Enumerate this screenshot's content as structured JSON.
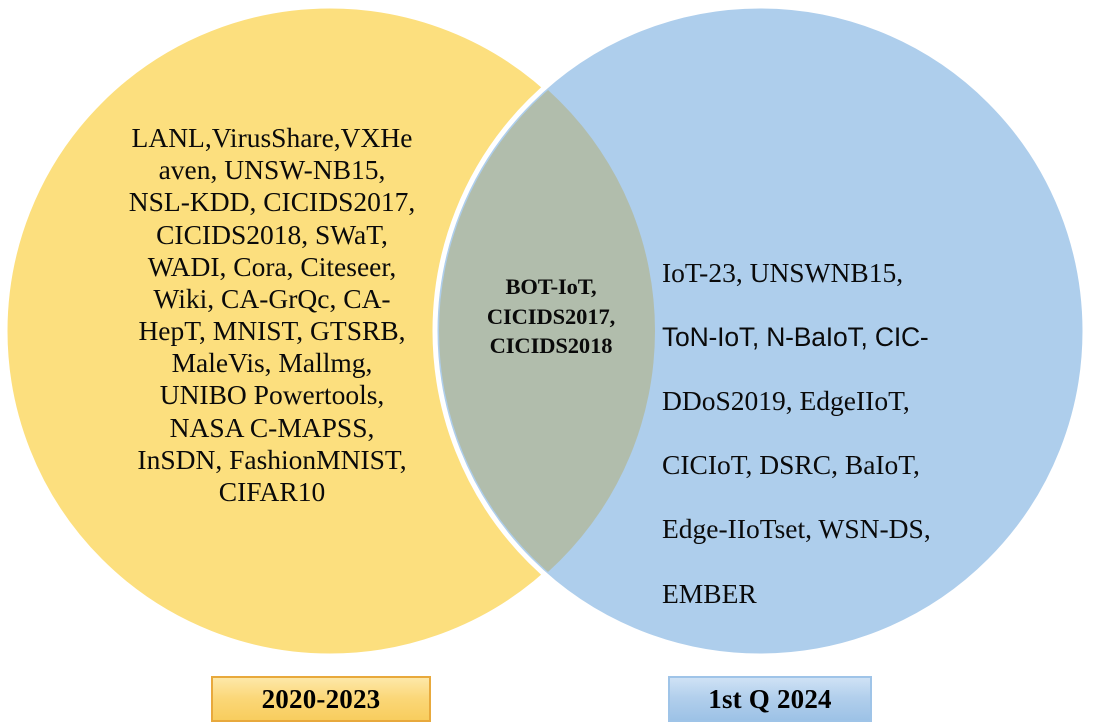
{
  "diagram": {
    "type": "venn",
    "title_visible": false,
    "sets": [
      {
        "id": "left",
        "legend_label": "2020-2023",
        "fill_color": "#fcdf7e",
        "items_text": "LANL,VirusShare,VXHe\naven, UNSW-NB15,\nNSL-KDD, CICIDS2017,\nCICIDS2018, SWaT,\nWADI, Cora, Citeseer,\nWiki, CA-GrQc, CA-\nHepT, MNIST, GTSRB,\nMaleVis, Mallmg,\nUNIBO Powertools,\nNASA C-MAPSS,\nInSDN, FashionMNIST,\nCIFAR10",
        "items": [
          "LANL",
          "VirusShare",
          "VXHeaven",
          "UNSW-NB15",
          "NSL-KDD",
          "CICIDS2017",
          "CICIDS2018",
          "SWaT",
          "WADI",
          "Cora",
          "Citeseer",
          "Wiki",
          "CA-GrQc",
          "CA-HepT",
          "MNIST",
          "GTSRB",
          "MaleVis",
          "Mallmg",
          "UNIBO Powertools",
          "NASA C-MAPSS",
          "InSDN",
          "FashionMNIST",
          "CIFAR10"
        ]
      },
      {
        "id": "right",
        "legend_label": "1st Q 2024",
        "fill_color": "#aeceec",
        "lines": [
          "IoT-23, UNSWNB15,",
          "ToN-IoT, N-BaIoT, CIC-",
          "DDoS2019, EdgeIIoT,",
          "CICIoT, DSRC, BaIoT,",
          "Edge-IIoTset, WSN-DS,",
          "EMBER"
        ],
        "items": [
          "IoT-23",
          "UNSWNB15",
          "ToN-IoT",
          "N-BaIoT",
          "CIC-DDoS2019",
          "EdgeIIoT",
          "CICIoT",
          "DSRC",
          "BaIoT",
          "Edge-IIoTset",
          "WSN-DS",
          "EMBER"
        ]
      }
    ],
    "intersection": {
      "fill_color": "#b1bdac",
      "items_text": "BOT-IoT,\nCICIDS2017,\nCICIDS2018",
      "items": [
        "BOT-IoT",
        "CICIDS2017",
        "CICIDS2018"
      ]
    },
    "background_color": "#ffffff",
    "outline_color": "#ffffff"
  }
}
